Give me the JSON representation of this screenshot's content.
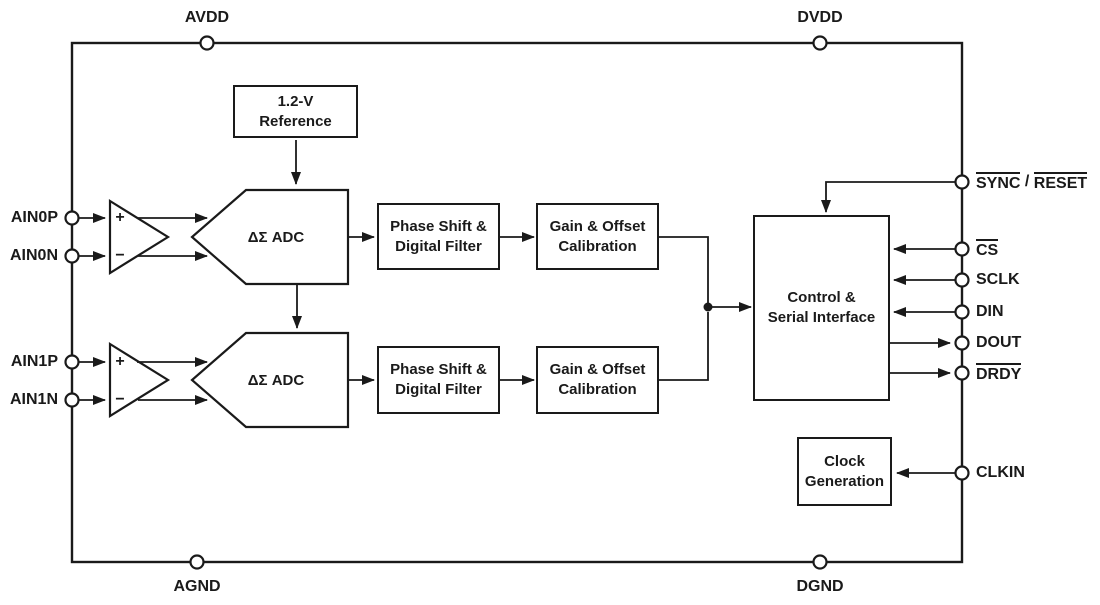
{
  "diagram": {
    "title": "ADC functional block diagram",
    "power_pins": {
      "avdd": "AVDD",
      "dvdd": "DVDD",
      "agnd": "AGND",
      "dgnd": "DGND"
    },
    "left_pins": {
      "ain0p": "AIN0P",
      "ain0n": "AIN0N",
      "ain1p": "AIN1P",
      "ain1n": "AIN1N"
    },
    "right_pins": {
      "sync_reset": {
        "word1": "SYNC",
        "sep": " / ",
        "word2": "RESET"
      },
      "cs": "CS",
      "sclk": "SCLK",
      "din": "DIN",
      "dout": "DOUT",
      "drdy": "DRDY",
      "clkin": "CLKIN"
    },
    "blocks": {
      "reference": {
        "line1": "1.2-V",
        "line2": "Reference"
      },
      "adc1": "ΔΣ ADC",
      "adc2": "ΔΣ ADC",
      "phase1": {
        "line1": "Phase Shift &",
        "line2": "Digital Filter"
      },
      "phase2": {
        "line1": "Phase Shift &",
        "line2": "Digital Filter"
      },
      "gain1": {
        "line1": "Gain & Offset",
        "line2": "Calibration"
      },
      "gain2": {
        "line1": "Gain & Offset",
        "line2": "Calibration"
      },
      "control": {
        "line1": "Control &",
        "line2": "Serial Interface"
      },
      "clock": {
        "line1": "Clock",
        "line2": "Generation"
      }
    },
    "amp_symbols": {
      "plus": "+",
      "minus": "−"
    },
    "colors": {
      "line": "#1a1a1a",
      "background": "#ffffff"
    }
  }
}
